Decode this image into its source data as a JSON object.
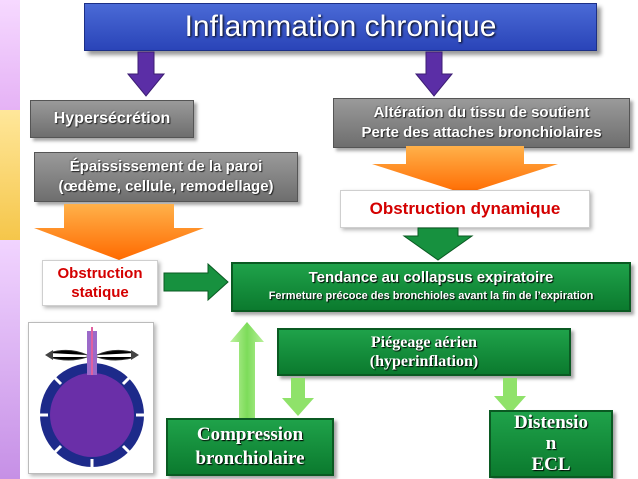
{
  "nodes": {
    "title": "Inflammation chronique",
    "hypersecretion": "Hypersécrétion",
    "alteration_line1": "Altération du tissu de soutient",
    "alteration_line2": "Perte des attaches bronchiolaires",
    "epaississement_line1": "Épaississement de la paroi",
    "epaississement_line2": "(œdème, cellule, remodellage)",
    "obstruction_dynamique": "Obstruction dynamique",
    "obstruction_statique_line1": "Obstruction",
    "obstruction_statique_line2": "statique",
    "tendance_title": "Tendance au collapsus expiratoire",
    "tendance_sub": "Fermeture précoce des bronchioles avant la fin de l’expiration",
    "piegeage_line1": "Piégeage aérien",
    "piegeage_line2": "(hyperinflation)",
    "compression_line1": "Compression",
    "compression_line2": "bronchiolaire",
    "distension_line1": "Distensio",
    "distension_line2": "n",
    "distension_line3": "ECL"
  },
  "colors": {
    "title_blue": "#3553c4",
    "purple_arrow": "#5b2ea6",
    "orange": "#ff7a00",
    "green": "#17913f",
    "light_green": "#7ddc5a",
    "red_text": "#d40000",
    "gray_box": "#7f7f7f"
  }
}
